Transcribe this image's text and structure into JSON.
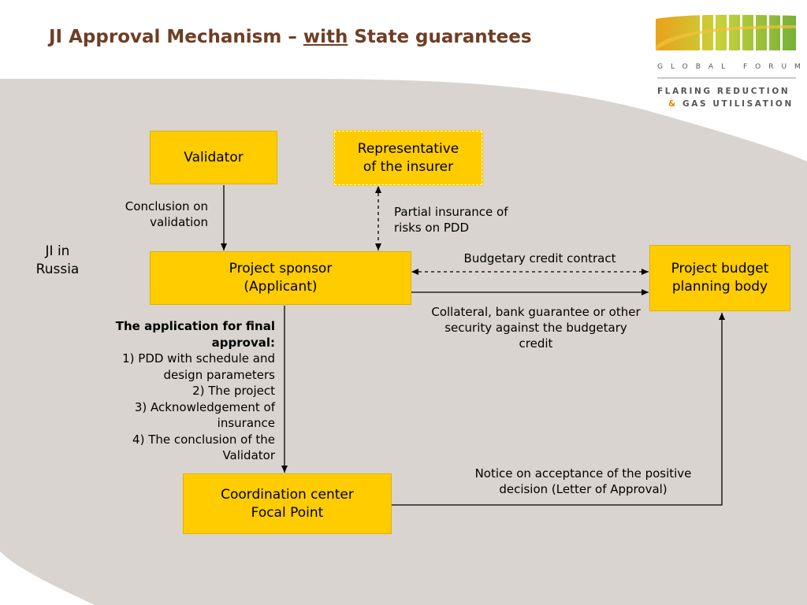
{
  "slide": {
    "title_part1": "JI Approval Mechanism – ",
    "title_part2": "with",
    "title_part3": " State guarantees"
  },
  "logo": {
    "line1": "GLOBAL FORUM",
    "line2": "FLARING REDUCTION",
    "line3_amp": "&",
    "line3_text": "GAS UTILISATION",
    "colors": [
      "#e8a21a",
      "#c7d23a",
      "#9cc13c",
      "#76b13a"
    ]
  },
  "diagram": {
    "side_label": "JI in\nRussia",
    "nodes": {
      "validator": "Validator",
      "insurer": "Representative\nof the insurer",
      "sponsor": "Project sponsor\n(Applicant)",
      "budget_body": "Project budget\nplanning body",
      "coordination": "Coordination center\nFocal Point"
    },
    "edge_labels": {
      "validation": "Conclusion on\nvalidation",
      "insurance": "Partial insurance of\nrisks on PDD",
      "credit_contract": "Budgetary credit contract",
      "collateral": "Collateral, bank guarantee or other\nsecurity against the budgetary\ncredit",
      "notice": "Notice on acceptance of the positive\ndecision (Letter of Approval)"
    },
    "application": {
      "heading": "The application for final\napproval:",
      "items": [
        "1) PDD with schedule and\ndesign parameters",
        "2) The project",
        "3) Acknowledgement of\ninsurance",
        "4) The conclusion of the\nValidator"
      ]
    }
  },
  "colors": {
    "box_fill": "#ffcc00",
    "background_shape": "#d9d4cf",
    "title": "#6e3e24"
  }
}
